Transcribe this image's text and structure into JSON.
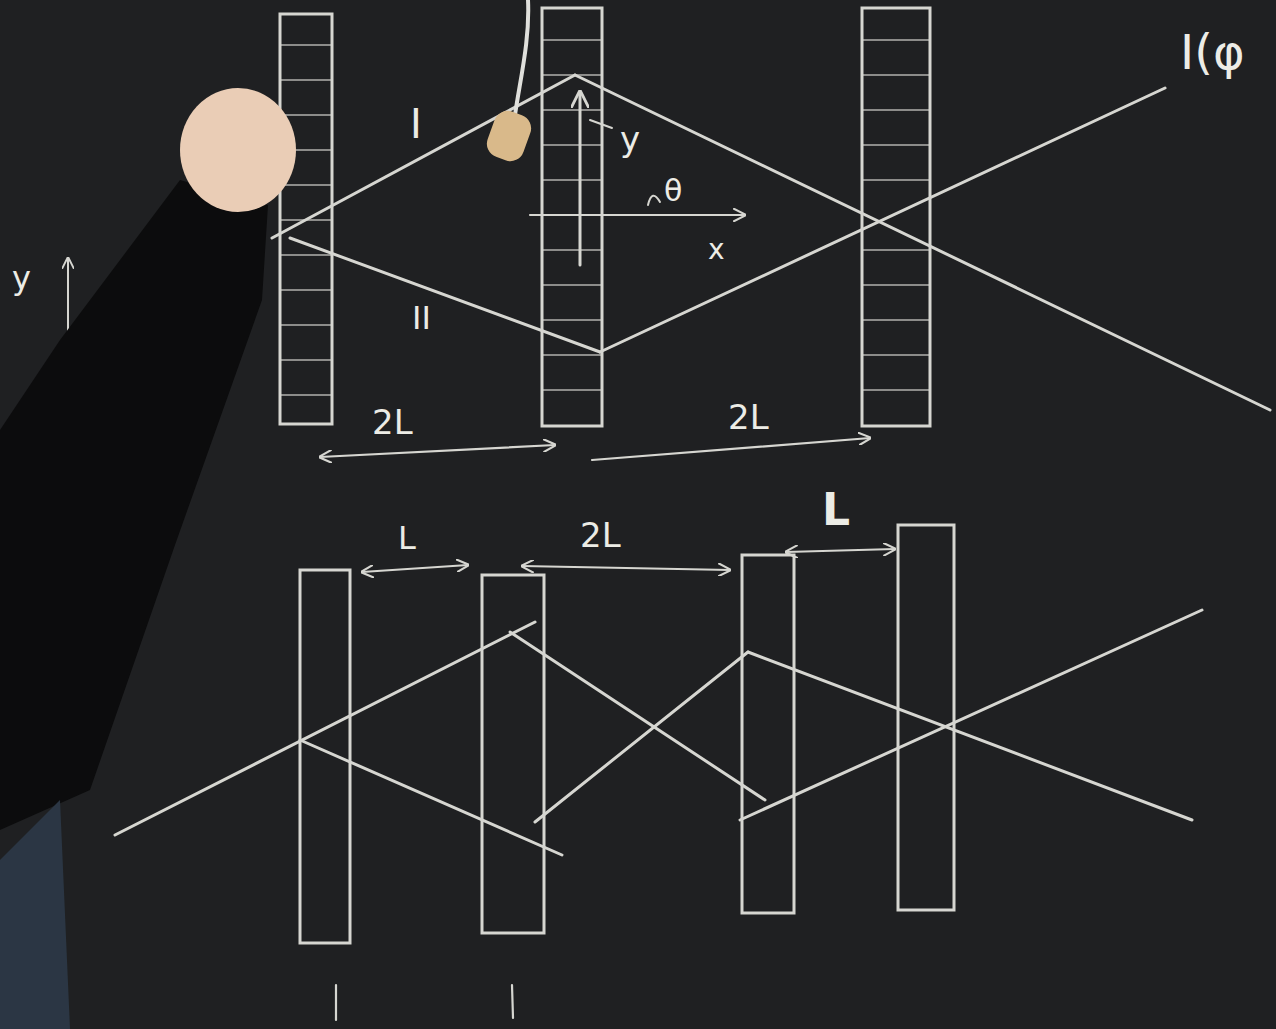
{
  "diagram": {
    "labels": [
      "I",
      "y",
      "θ",
      "x",
      "I(φ",
      "y",
      "II",
      "2L",
      "2L",
      "L",
      "2L",
      "L"
    ]
  }
}
